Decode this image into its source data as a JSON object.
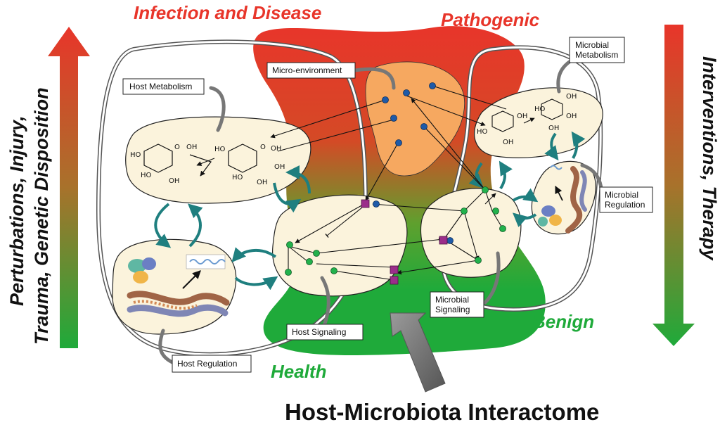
{
  "headers": {
    "infection": "Infection and Disease",
    "pathogenic": "Pathogenic",
    "benign": "Benign",
    "health": "Health",
    "main_title": "Host-Microbiota Interactome"
  },
  "side_text": {
    "left_line1": "Perturbations, Injury,",
    "left_line2": "Trauma, Genetic Disposition",
    "right": "Interventions, Therapy"
  },
  "callouts": {
    "host_metabolism": "Host Metabolism",
    "micro_environment": "Micro-environment",
    "microbial_metabolism_1": "Microbial",
    "microbial_metabolism_2": "Metabolism",
    "microbial_regulation_1": "Microbial",
    "microbial_regulation_2": "Regulation",
    "microbial_signaling_1": "Microbial",
    "microbial_signaling_2": "Signaling",
    "host_signaling": "Host Signaling",
    "host_regulation": "Host Regulation"
  },
  "chem": {
    "oh": "OH",
    "o": "O",
    "ho": "HO"
  },
  "colors": {
    "pathogenic_red": "#e8352a",
    "benign_green": "#1faa3a",
    "compartment_fill": "#fbf3dc",
    "micro_env_fill": "#f6a860",
    "node_blue": "#1e5aa8",
    "node_green": "#22b14c",
    "junction_purple": "#9b2d8a",
    "loop_teal": "#1f7f7f"
  }
}
